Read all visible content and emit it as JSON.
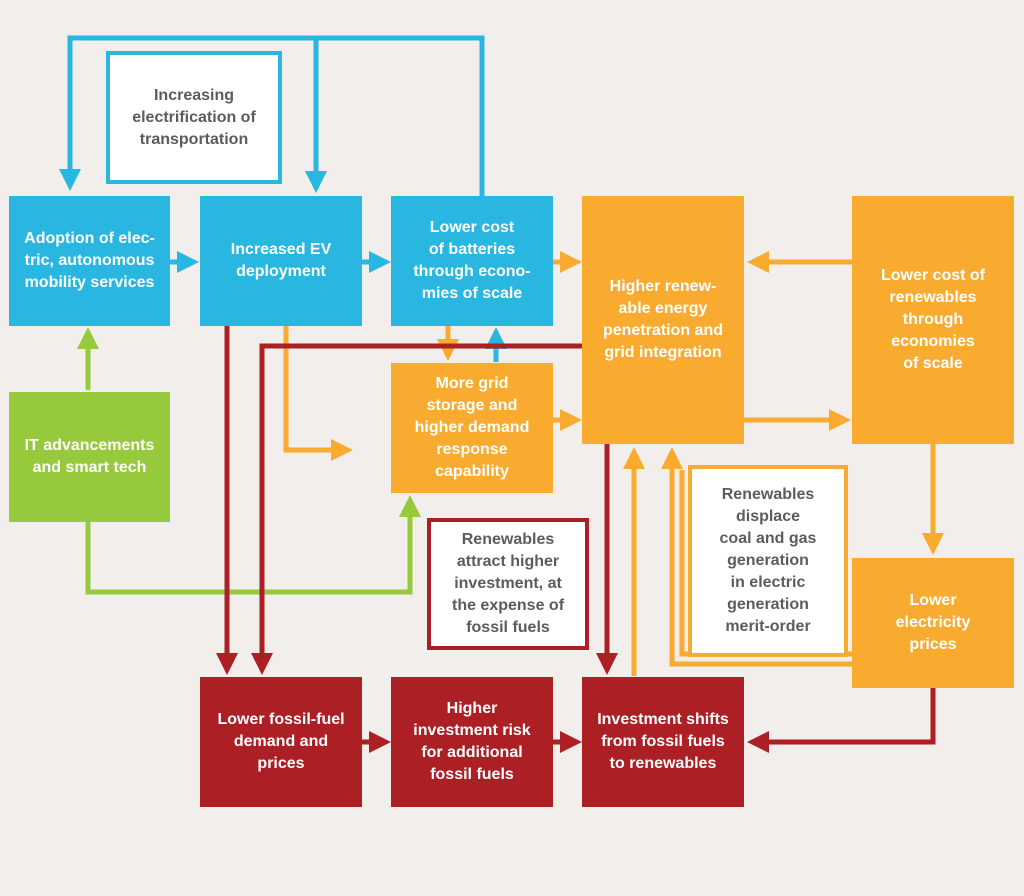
{
  "colors": {
    "blue": "#29b7e1",
    "green": "#97c93c",
    "orange": "#f9ab30",
    "red": "#ab1f25",
    "background": "#f1eeeb",
    "note_text": "#5c5c5c"
  },
  "nodes": {
    "adoption": "Adoption of elec-\ntric, autonomous\nmobility services",
    "ev_deployment": "Increased EV\ndeployment",
    "batteries": "Lower cost\nof batteries\nthrough econo-\nmies of scale",
    "renewable_penetration": "Higher renew-\nable energy\npenetration and\ngrid integration",
    "renewables_cost": "Lower cost of\nrenewables\nthrough\neconomies\nof scale",
    "it_advancements": "IT advancements\nand smart tech",
    "grid_storage": "More grid\nstorage and\nhigher demand\nresponse\ncapability",
    "electricity_prices": "Lower\nelectricity\nprices",
    "fossil_demand": "Lower fossil-fuel\ndemand and\nprices",
    "investment_risk": "Higher\ninvestment risk\nfor additional\nfossil fuels",
    "investment_shifts": "Investment shifts\nfrom fossil fuels\nto renewables"
  },
  "notes": {
    "electrification": "Increasing\nelectrification of\ntransportation",
    "attract_investment": "Renewables\nattract higher\ninvestment, at\nthe expense of\nfossil fuels",
    "displace": "Renewables\ndisplace\ncoal and gas\ngeneration\nin electric\ngeneration\nmerit-order"
  }
}
